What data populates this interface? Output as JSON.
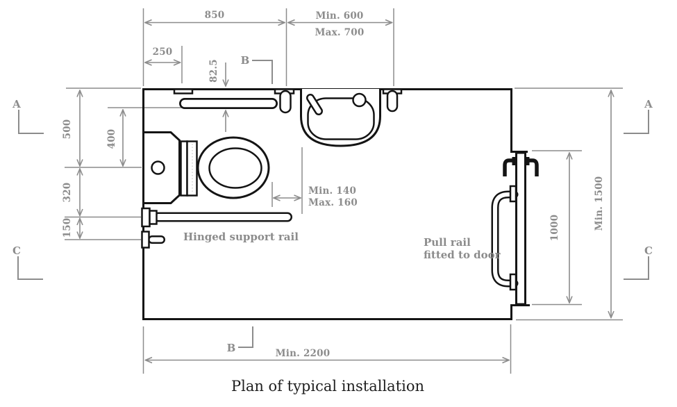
{
  "colors": {
    "ink": "#141414",
    "dimension_gray": "#8c8c8c",
    "caption_ink": "#1f1f1f",
    "background": "#ffffff"
  },
  "caption": "Plan of typical installation",
  "dims": {
    "d850": "850",
    "dmin600": "Min. 600",
    "dmax700": "Max. 700",
    "d250": "250",
    "d825": "82.5",
    "d500": "500",
    "d400": "400",
    "d320": "320",
    "d150": "150",
    "dmin140": "Min. 140",
    "dmax160": "Max. 160",
    "d1000": "1000",
    "dmin1500": "Min. 1500",
    "dmin2200": "Min. 2200"
  },
  "sections": {
    "a": "A",
    "b": "B",
    "c": "C"
  },
  "labels": {
    "hinged_rail": "Hinged support rail",
    "pull_rail_1": "Pull rail",
    "pull_rail_2": "fitted to door"
  }
}
